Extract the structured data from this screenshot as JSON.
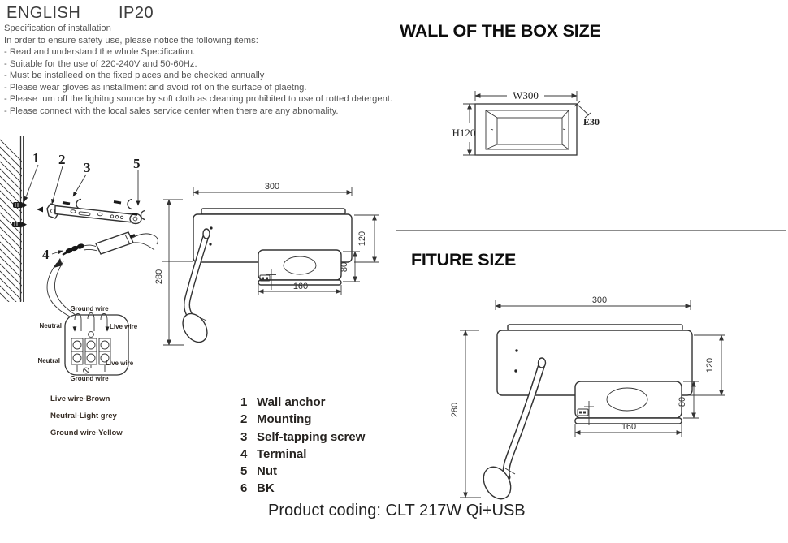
{
  "header": {
    "language_label": "ENGLISH",
    "ip_rating": "IP20"
  },
  "spec": {
    "title": "Specification of installation",
    "intro": "In order to ensure safety use, please notice the following items:",
    "items": [
      "- Read and understand the whole Specification.",
      "- Suitable for the use of 220-240V and 50-60Hz.",
      "- Must be installeed on the fixed places and be checked annually",
      "- Please wear gloves as installment and avoid rot on the surface of plaetng.",
      "- Please tum off the lighitng source by soft cloth as cleaning prohibited to use of rotted detergent.",
      "- Please connect with the local sales service center when there are any abnomality."
    ]
  },
  "wall_box": {
    "title": "WALL OF THE BOX SIZE",
    "width_label": "W300",
    "height_label": "H120",
    "edge_label": "E30"
  },
  "fixture_size": {
    "title": "FITURE SIZE",
    "width": "300",
    "total_height": "280",
    "body_height": "120",
    "switch_height": "80",
    "switch_width": "160"
  },
  "installation": {
    "part_numbers": {
      "p1": "1",
      "p2": "2",
      "p3": "3",
      "p4": "4",
      "p5": "5"
    },
    "terminal": {
      "ground_top": "Ground wire",
      "neutral_top": "Neutral",
      "live_top": "Live wire",
      "neutral_bottom": "Neutral",
      "live_bottom": "Live wire",
      "ground_bottom": "Ground wire"
    },
    "wire_colors": [
      "Live wire-Brown",
      "Neutral-Light grey",
      "Ground wire-Yellow"
    ]
  },
  "legend": {
    "items": [
      {
        "num": "1",
        "label": "Wall anchor"
      },
      {
        "num": "2",
        "label": "Mounting"
      },
      {
        "num": "3",
        "label": "Self-tapping screw"
      },
      {
        "num": "4",
        "label": "Terminal"
      },
      {
        "num": "5",
        "label": "Nut"
      },
      {
        "num": "6",
        "label": "BK"
      }
    ]
  },
  "footer": {
    "product_coding_label": "Product coding:",
    "product_code": "CLT 217W Qi+USB"
  }
}
